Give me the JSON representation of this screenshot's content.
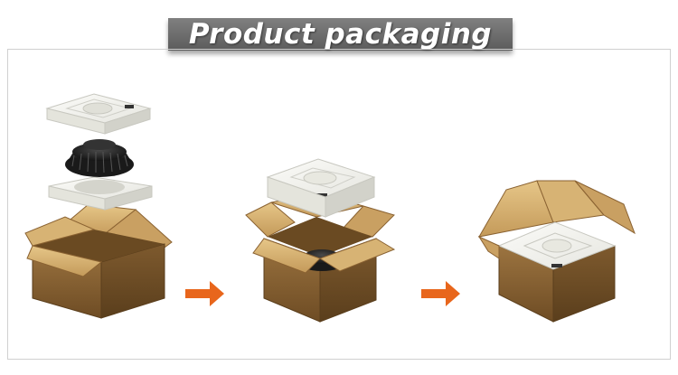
{
  "title": "Product packaging",
  "steps": [
    {
      "name": "step-1-exploded"
    },
    {
      "name": "step-2-inserting"
    },
    {
      "name": "step-3-packed"
    }
  ],
  "colors": {
    "banner": "#6b6b6b",
    "arrow": "#e8661c",
    "cardboard_light": "#ddb879",
    "cardboard_mid": "#b88e50",
    "cardboard_dark": "#8a6232",
    "foam": "#f2f2ee",
    "product": "#2a2a2a"
  },
  "icons": [
    "arrow-right-icon",
    "arrow-right-icon"
  ]
}
